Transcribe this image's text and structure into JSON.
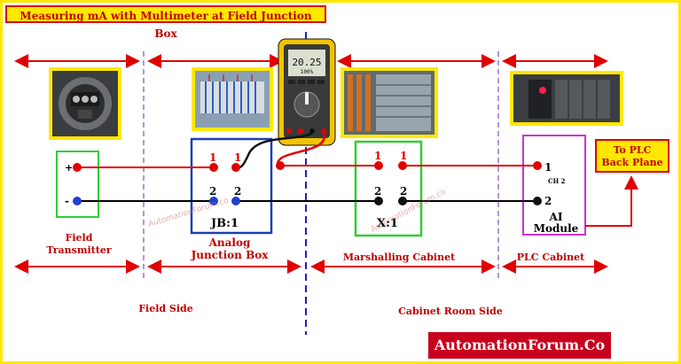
{
  "title": "Measuring mA with Multimeter at Field Junction Box",
  "labels": {
    "field_transmitter_1": "Field",
    "field_transmitter_2": "Transmitter",
    "junction_box_1": "Analog",
    "junction_box_2": "Junction Box",
    "marshalling": "Marshalling Cabinet",
    "plc_cabinet": "PLC Cabinet",
    "field_side": "Field Side",
    "cabinet_room_side": "Cabinet Room Side",
    "ai_module_1": "AI",
    "ai_module_2": "Module",
    "to_plc_1": "To PLC",
    "to_plc_2": "Back Plane"
  },
  "terminals": {
    "tx_plus": "+",
    "tx_minus": "-",
    "jb_1a": "1",
    "jb_1b": "1",
    "jb_2a": "2",
    "jb_2b": "2",
    "jb_tag": "JB:1",
    "mc_1a": "1",
    "mc_1b": "1",
    "mc_2a": "2",
    "mc_2b": "2",
    "mc_tag": "X:1",
    "plc_1": "1",
    "plc_ch": "CH 2",
    "plc_2": "2"
  },
  "multimeter": {
    "reading_main": "20.25",
    "reading_sub": "100%"
  },
  "watermark": "AutomationForum.co",
  "brand": "AutomationForum.Co",
  "colors": {
    "accent_yellow": "#ffe800",
    "wire_red": "#e00000",
    "wire_black": "#000000",
    "boundary_blue": "#2020c0",
    "boundary_purple": "#a070c0",
    "green_box": "#33cc33",
    "magenta_box": "#cc33cc",
    "brand_red": "#c8001e"
  },
  "icons": [
    "multimeter-icon",
    "transmitter-photo",
    "junction-box-photo",
    "marshalling-photo",
    "plc-photo"
  ]
}
